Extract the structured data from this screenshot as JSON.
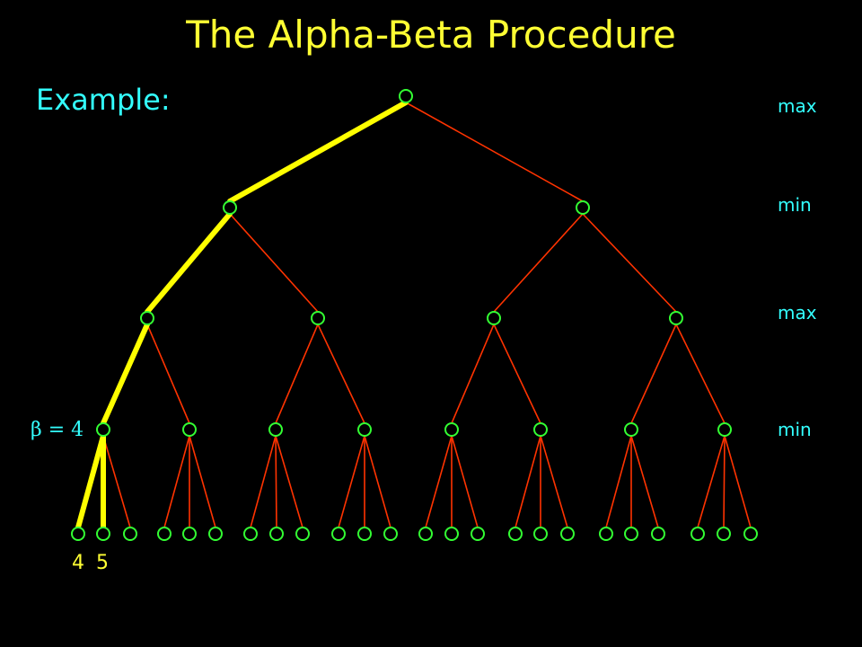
{
  "slide": {
    "title": "The Alpha-Beta Procedure",
    "subtitle": "Example:"
  },
  "levels": [
    "max",
    "min",
    "max",
    "min"
  ],
  "annotation": {
    "beta": "β = 4"
  },
  "leaf_values": [
    "4",
    "5"
  ],
  "tree": {
    "branching": [
      2,
      2,
      2,
      3
    ],
    "highlighted_path": [
      [
        0
      ],
      [
        0,
        0
      ],
      [
        0,
        0,
        0
      ],
      [
        0,
        0,
        0,
        0
      ],
      [
        0,
        0,
        0,
        0,
        0
      ],
      [
        0,
        0,
        0,
        0,
        1
      ]
    ]
  },
  "colors": {
    "title": "#ffff33",
    "label": "#33ffff",
    "node": "#33ff33",
    "edge": "#ff3300",
    "highlight": "#ffff00"
  }
}
